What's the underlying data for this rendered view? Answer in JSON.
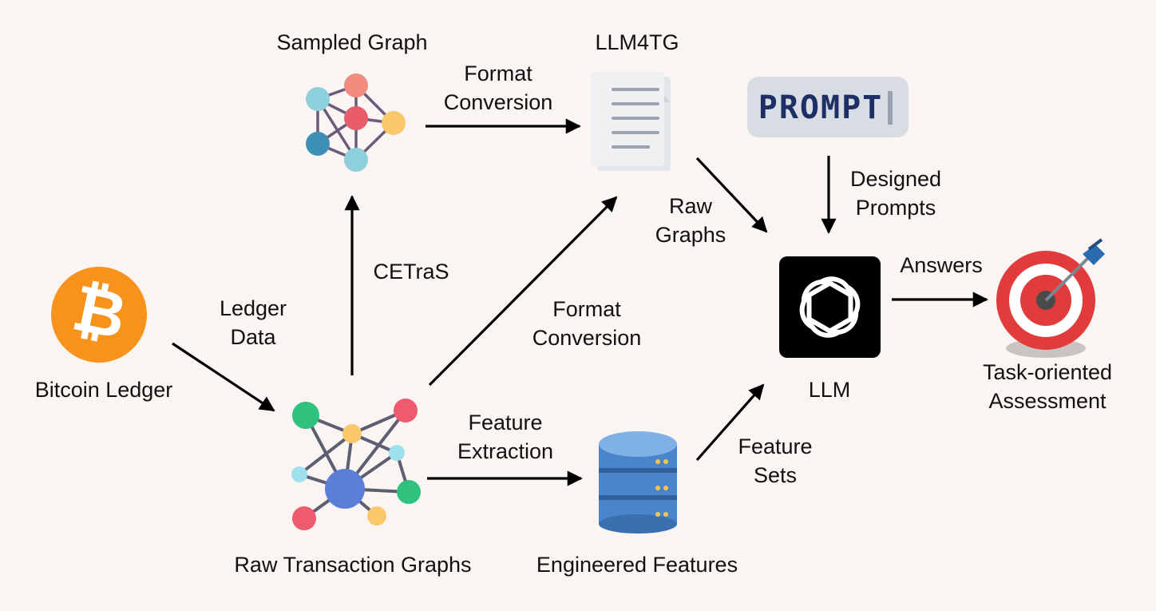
{
  "nodes": {
    "bitcoin_ledger": "Bitcoin Ledger",
    "sampled_graph": "Sampled Graph",
    "llm4tg": "LLM4TG",
    "raw_transaction_graphs": "Raw Transaction Graphs",
    "engineered_features": "Engineered Features",
    "llm": "LLM",
    "assessment": [
      "Task-oriented",
      "Assessment"
    ],
    "prompt_badge": "PROMPT"
  },
  "edges": {
    "ledger_data": [
      "Ledger",
      "Data"
    ],
    "cetras": "CETraS",
    "format_conversion_top": [
      "Format",
      "Conversion"
    ],
    "format_conversion_mid": [
      "Format",
      "Conversion"
    ],
    "feature_extraction": [
      "Feature",
      "Extraction"
    ],
    "raw_graphs": [
      "Raw",
      "Graphs"
    ],
    "designed_prompts": [
      "Designed",
      "Prompts"
    ],
    "feature_sets": [
      "Feature",
      "Sets"
    ],
    "answers": "Answers"
  },
  "colors": {
    "background": "#faf4f2",
    "bitcoin": "#f7931a",
    "llm_tile": "#000000",
    "prompt_badge_bg": "#d8dde3",
    "prompt_text": "#1e2f66",
    "target_red": "#e23b3b",
    "arrow_blue": "#2b6cb0",
    "database": "#4a84c9"
  }
}
